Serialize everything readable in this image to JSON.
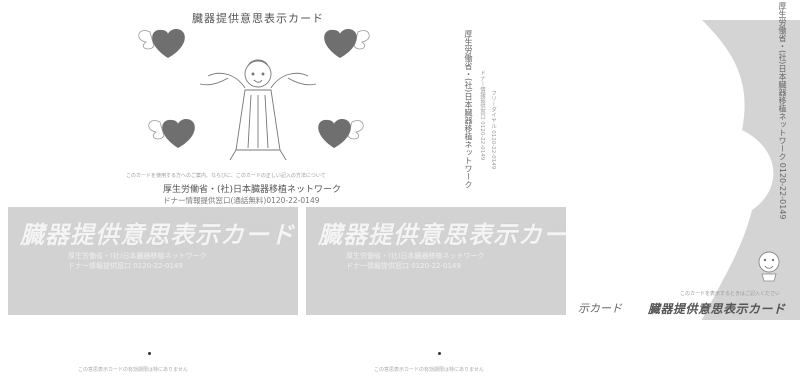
{
  "main_card": {
    "title": "臓器提供意思表示カード",
    "fine_text": "このカードを使用する方へのご案内、ならびに、このカードの正しい記入の方法について",
    "organization": "厚生労働省・(社)日本臓器移植ネットワーク",
    "donor_line": "ドナー情報提供窓口(通話無料)0120-22-0149"
  },
  "strip": {
    "col1": "厚生労働省・(社)日本臓器移植ネットワーク",
    "col2": "ドナー情報提供窓口 0120-22-0149",
    "col3": "フリーダイヤル 0120-22-0149"
  },
  "banner_left": {
    "title": "臓器提供意思表示カード",
    "sub1": "厚生労働省・(社)日本臓器移植ネットワーク",
    "sub2": "ドナー情報提供窓口 0120-22-0149"
  },
  "banner_right": {
    "title": "臓器提供意思表示カード",
    "sub1": "厚生労働省・(社)日本臓器移植ネットワーク",
    "sub2": "ドナー情報提供窓口 0120-22-0149"
  },
  "bottom_faint": {
    "left": "この意思表示カードの有効期限は特にありません",
    "right": "この意思表示カードの有効期限は特にありません"
  },
  "partial_text": "示カード",
  "right_card": {
    "vertical_text": "厚生労働省・(社)日本臓器移植ネットワーク 0120-22-0149",
    "small_text": "このカードを表示するときはご記入ください",
    "title": "臓器提供意思表示カード"
  },
  "colors": {
    "banner_gray": "#d2d2d2",
    "heart": "#6f6f6f",
    "ink": "#555555"
  },
  "icons": [
    "heart-with-wings-icon",
    "angel-illustration-icon",
    "mascot-face-icon"
  ]
}
